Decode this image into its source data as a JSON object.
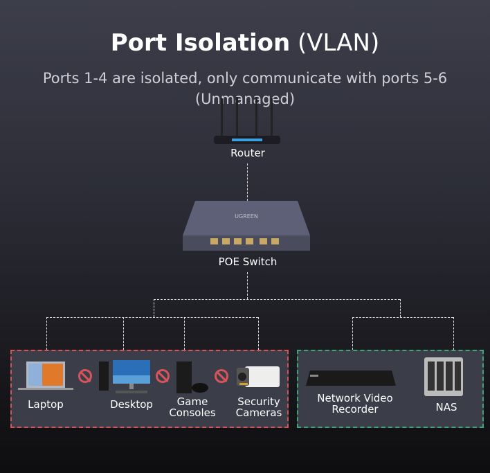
{
  "title": {
    "bold": "Port Isolation",
    "normal": "(VLAN)"
  },
  "subtitle": {
    "line1": "Ports 1-4 are isolated, only communicate with ports 5-6",
    "line2": "(Unmanaged)"
  },
  "router": {
    "label": "Router"
  },
  "switch": {
    "label": "POE Switch",
    "brand": "UGREEN"
  },
  "isolated_group": {
    "color": "#d9535a",
    "devices": [
      {
        "label": "Laptop"
      },
      {
        "label": "Desktop"
      },
      {
        "label": "Game Consoles"
      },
      {
        "label": "Security Cameras"
      }
    ],
    "blocked_icon": "prohibited-icon"
  },
  "shared_group": {
    "color": "#3fa57a",
    "devices": [
      {
        "label": "Network Video Recorder"
      },
      {
        "label": "NAS"
      }
    ]
  }
}
